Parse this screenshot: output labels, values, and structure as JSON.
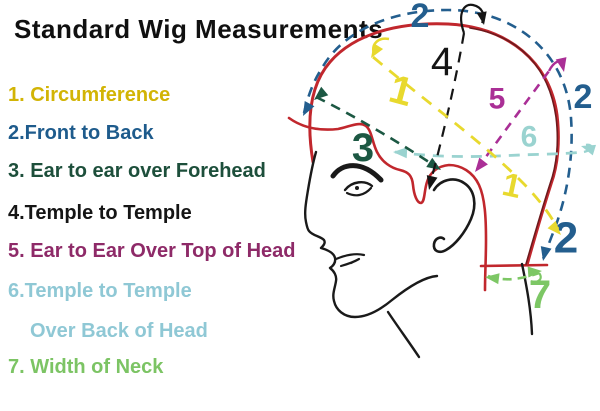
{
  "title": "Standard Wig Measurements",
  "legend": {
    "items": [
      {
        "number": "1",
        "label": "1. Circumference",
        "color": "#d2b405"
      },
      {
        "number": "2",
        "label": "2.Front to Back",
        "color": "#1e5b8c"
      },
      {
        "number": "3",
        "label": "3. Ear to ear over Forehead",
        "color": "#1d4f3b"
      },
      {
        "number": "4",
        "label": "4.Temple to Temple",
        "color": "#151515"
      },
      {
        "number": "5",
        "label": "5. Ear to Ear Over Top of Head",
        "color": "#8e2a68"
      },
      {
        "number": "6",
        "label": "6.Temple to Temple",
        "label2": "Over Back of Head",
        "color": "#8fc8d5"
      },
      {
        "number": "7",
        "label": "7. Width of Neck",
        "color": "#7cc464"
      }
    ]
  },
  "diagram": {
    "head_outline_color": "#c1272d",
    "head_shade_color": "#6d1a1d",
    "face_line_color": "#1a1a1a",
    "measurements": [
      {
        "number": "1",
        "name": "circumference",
        "color": "#e8d92e"
      },
      {
        "number": "2",
        "name": "front-to-back",
        "color": "#235e8e"
      },
      {
        "number": "3",
        "name": "ear-to-ear-over-forehead",
        "color": "#1c5843"
      },
      {
        "number": "4",
        "name": "temple-to-temple",
        "color": "#151515"
      },
      {
        "number": "5",
        "name": "ear-to-ear-over-top-of-head",
        "color": "#aa2f96"
      },
      {
        "number": "6",
        "name": "temple-to-temple-back-of-head",
        "color": "#9ad3d0"
      },
      {
        "number": "7",
        "name": "width-of-neck",
        "color": "#7dc765"
      }
    ]
  }
}
